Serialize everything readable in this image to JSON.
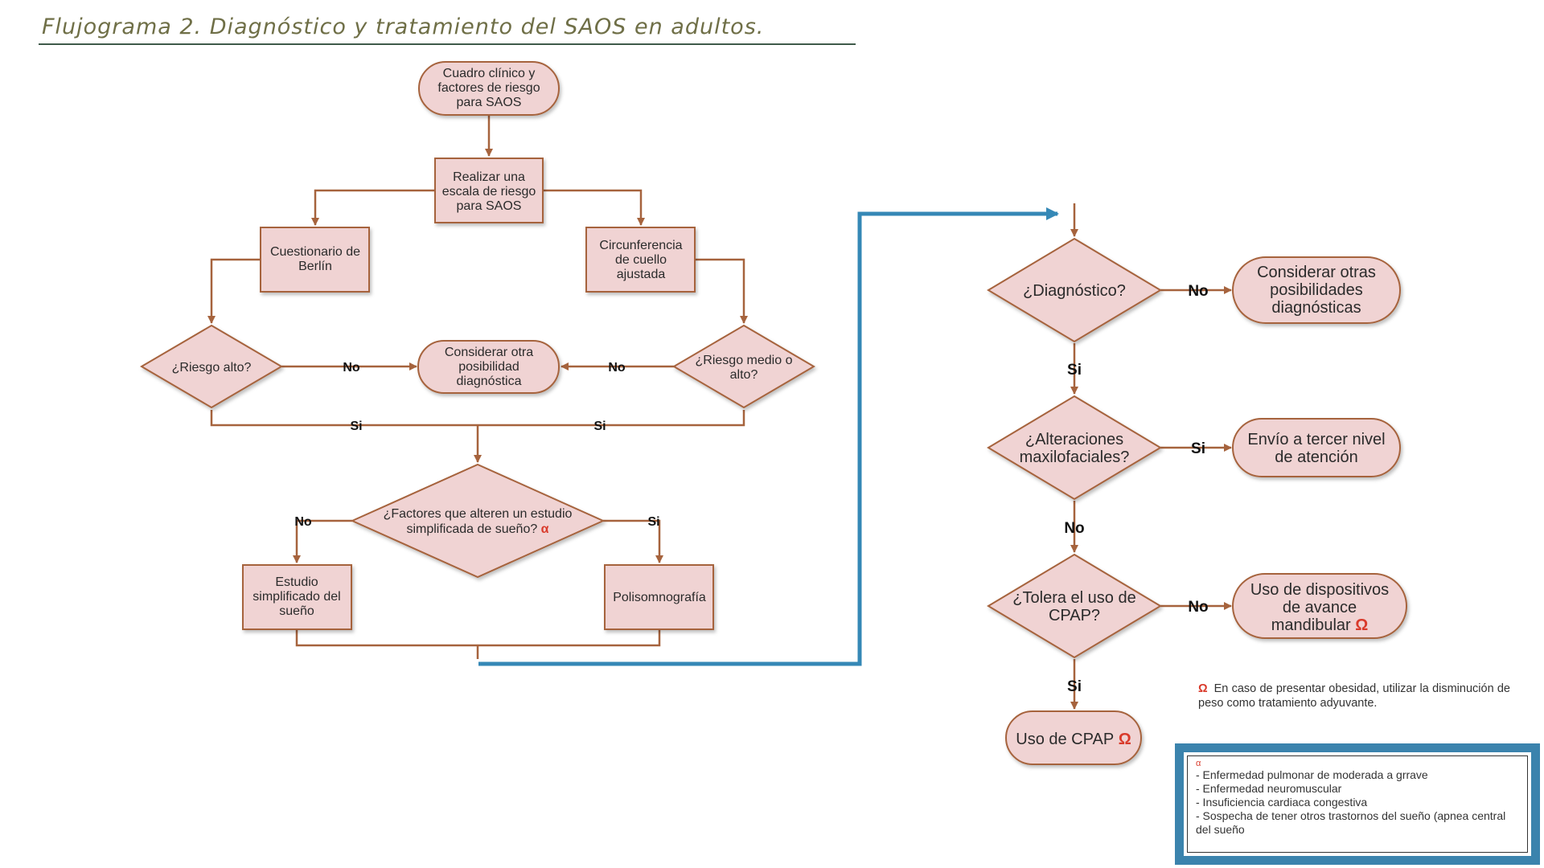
{
  "title": "Flujograma 2. Diagnóstico y tratamiento del SAOS en adultos.",
  "nodes": {
    "n_start": "Cuadro clínico y\nfactores de riesgo\npara SAOS",
    "n_scale": "Realizar una\nescala de riesgo\npara SAOS",
    "n_berlin": "Cuestionario de\nBerlín",
    "n_neck": "Circunferencia\nde cuello\najustada",
    "n_high": "¿Riesgo alto?",
    "n_other": "Considerar otra\nposibilidad\ndiagnóstica",
    "n_medium": "¿Riesgo medio o\nalto?",
    "n_factors": "¿Factores que alteren un estudio\nsimplificada de sueño?",
    "n_simple": "Estudio\nsimplificado del\nsueño",
    "n_psg": "Polisomnografía",
    "n_diag": "¿Diagnóstico?",
    "n_others": "Considerar otras\nposibilidades\ndiagnósticas",
    "n_maxilo": "¿Alteraciones\nmaxilofaciales?",
    "n_third": "Envío a tercer nivel\nde atención",
    "n_tolera": "¿Tolera el uso de\nCPAP?",
    "n_mand": "Uso de dispositivos\nde avance\nmandibular",
    "n_cpap": "Uso de CPAP"
  },
  "edge_labels": {
    "yes": "Si",
    "no": "No"
  },
  "marks": {
    "alpha": "α",
    "omega": "Ω"
  },
  "notes": {
    "omega": "En caso de presentar obesidad, utilizar la disminución de peso como tratamiento adyuvante.",
    "alpha_items": [
      "- Enfermedad pulmonar de moderada a grrave",
      "- Enfermedad neuromuscular",
      "- Insuficiencia cardiaca congestiva",
      "- Sospecha de tener otros trastornos del sueño (apnea central del sueño"
    ]
  },
  "colors": {
    "node_fill": "#f0d3d3",
    "node_stroke": "#a6633d",
    "connector_blue": "#3588b6",
    "mark_red": "#d93a2b",
    "title_color": "#6f6f47"
  }
}
